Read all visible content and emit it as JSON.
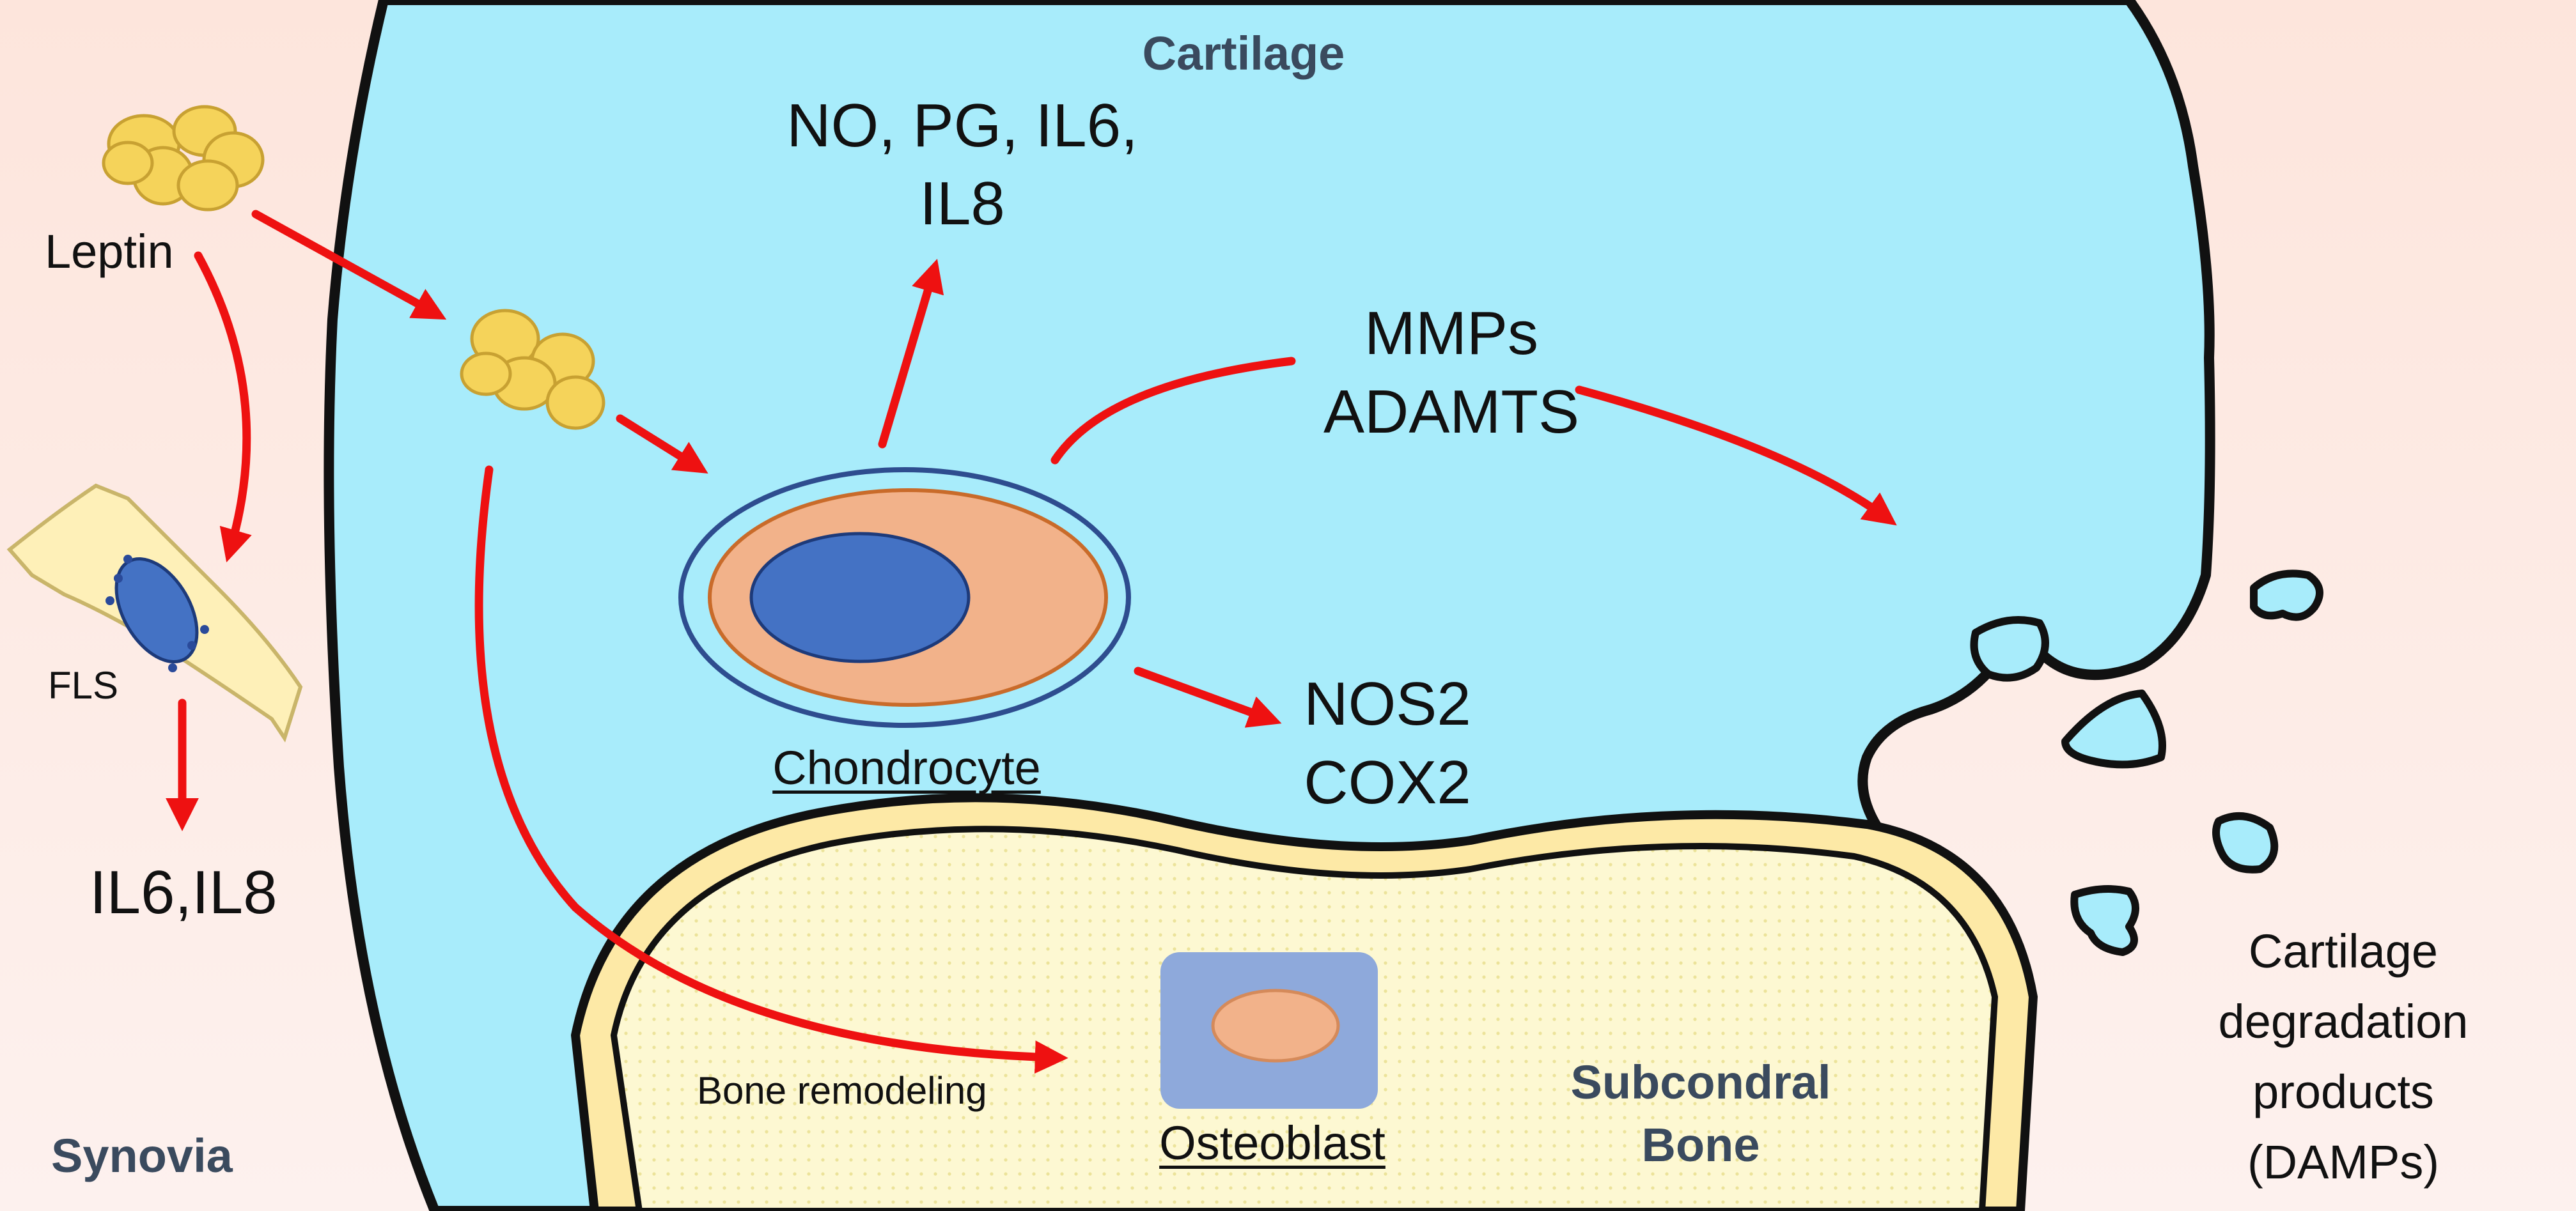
{
  "regions": {
    "cartilage": "Cartilage",
    "synovia": "Synovia",
    "subchondral_line1": "Subcondral",
    "subchondral_line2": "Bone"
  },
  "molecules": {
    "leptin": "Leptin",
    "fls": "FLS",
    "fls_products": "IL6,IL8",
    "chondro_products_line1": "NO, PG, IL6,",
    "chondro_products_line2": "IL8",
    "proteases_line1": "MMPs",
    "proteases_line2": "ADAMTS",
    "enzymes_line1": "NOS2",
    "enzymes_line2": "COX2"
  },
  "cells": {
    "chondrocyte": "Chondrocyte",
    "osteoblast": "Osteoblast"
  },
  "processes": {
    "bone_remodeling": "Bone remodeling"
  },
  "degradation": {
    "line1": "Cartilage",
    "line2": "degradation",
    "line3": "products",
    "line4": "(DAMPs)"
  },
  "colors": {
    "cartilage_fill": "#a8ecfb",
    "synovia_fill": "#fde8e2",
    "bone_rim": "#fde9a6",
    "bone_inner": "#fdf8d2",
    "arrow": "#ee1111",
    "leptin": "#f5d35a",
    "chondro_outer": "#f2b28a",
    "chondro_nucleus": "#4472c4",
    "osteoblast_box": "#8ea9db",
    "outline": "#111111"
  }
}
